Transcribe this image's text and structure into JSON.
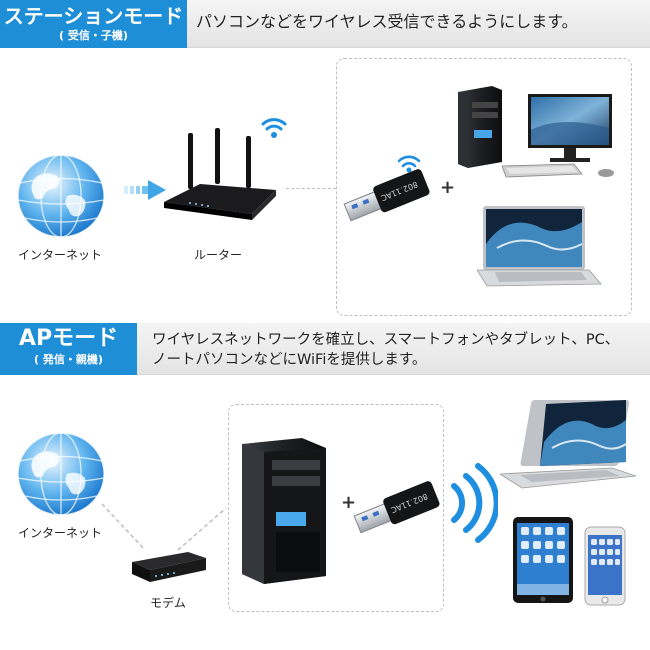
{
  "station": {
    "title": "ステーションモード",
    "subtitle": "( 受信・子機)",
    "description": "パソコンなどをワイヤレス受信できるようにします。",
    "internet_label": "インターネット",
    "router_label": "ルーター",
    "plus": "+"
  },
  "ap": {
    "title": "APモード",
    "subtitle": "( 発信・親機)",
    "description_line1": "ワイヤレスネットワークを確立し、スマートフォンやタブレット、PC、",
    "description_line2": "ノートパソコンなどにWiFiを提供します。",
    "internet_label": "インターネット",
    "modem_label": "モデム",
    "plus": "+"
  },
  "adapter_print": "802.11AC",
  "colors": {
    "accent": "#1e8fd6",
    "globe": "#2a8fe0",
    "wifi": "#1f8ee0",
    "arrow": "#6fc3ee"
  },
  "icons": [
    "globe-icon",
    "router-icon",
    "usb-adapter-icon",
    "desktop-pc-icon",
    "laptop-icon",
    "tablet-icon",
    "smartphone-icon",
    "modem-icon",
    "wifi-icon",
    "arrow-icon"
  ]
}
